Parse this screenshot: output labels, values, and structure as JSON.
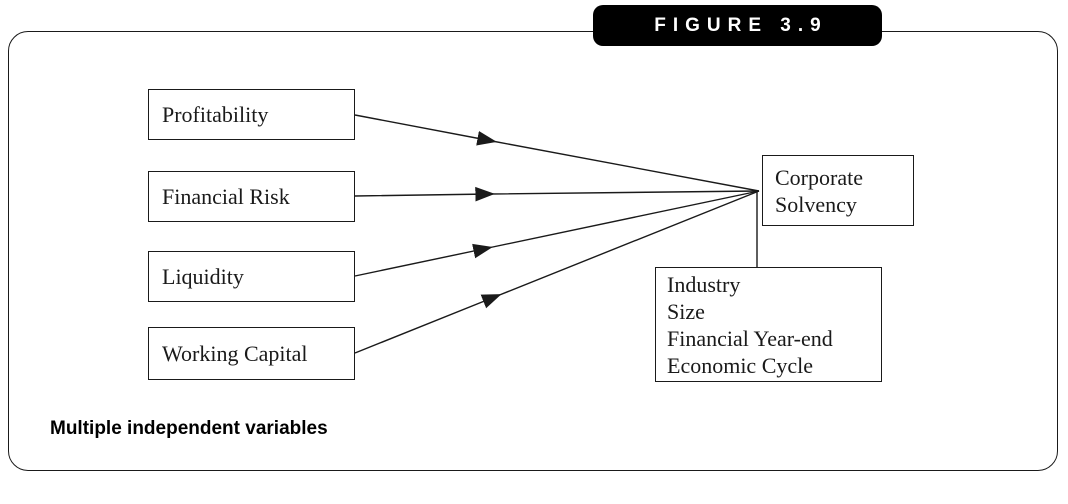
{
  "figure": {
    "badge_label": "FIGURE 3.9"
  },
  "diagram": {
    "independent_vars": [
      "Profitability",
      "Financial Risk",
      "Liquidity",
      "Working Capital"
    ],
    "dependent_var_lines": [
      "Corporate",
      "Solvency"
    ],
    "control_vars": [
      "Industry",
      "Size",
      "Financial Year-end",
      "Economic Cycle"
    ],
    "caption": "Multiple independent variables",
    "colors": {
      "line": "#1a1a1a",
      "badge_bg": "#000000",
      "badge_text": "#ffffff"
    }
  }
}
